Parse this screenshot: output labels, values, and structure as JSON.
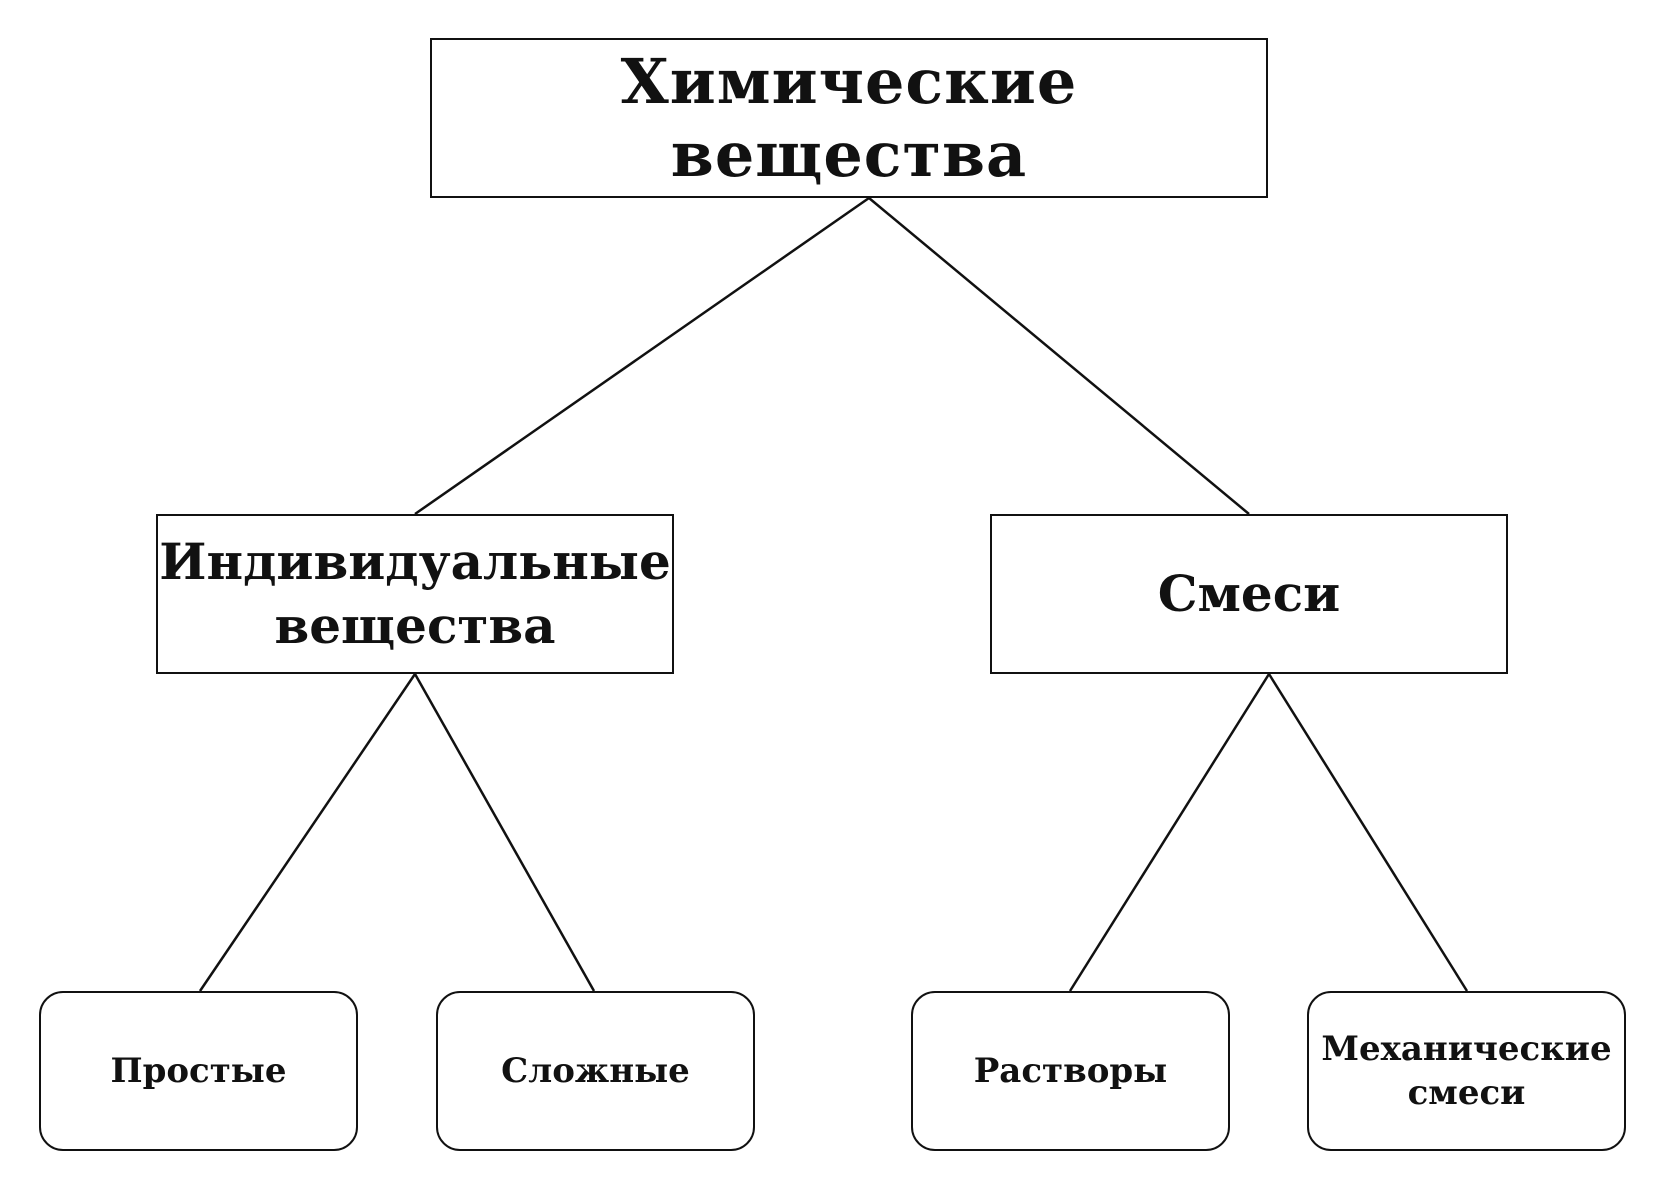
{
  "diagram": {
    "root": {
      "label": "Химические вещества"
    },
    "individual": {
      "line1": "Индивидуальные",
      "line2": "вещества"
    },
    "mixtures": {
      "label": "Смеси"
    },
    "simple": {
      "label": "Простые"
    },
    "complex": {
      "label": "Сложные"
    },
    "solutions": {
      "label": "Растворы"
    },
    "mechanical": {
      "line1": "Механические",
      "line2": "смеси"
    }
  },
  "colors": {
    "line": "#111111",
    "background": "#ffffff"
  }
}
